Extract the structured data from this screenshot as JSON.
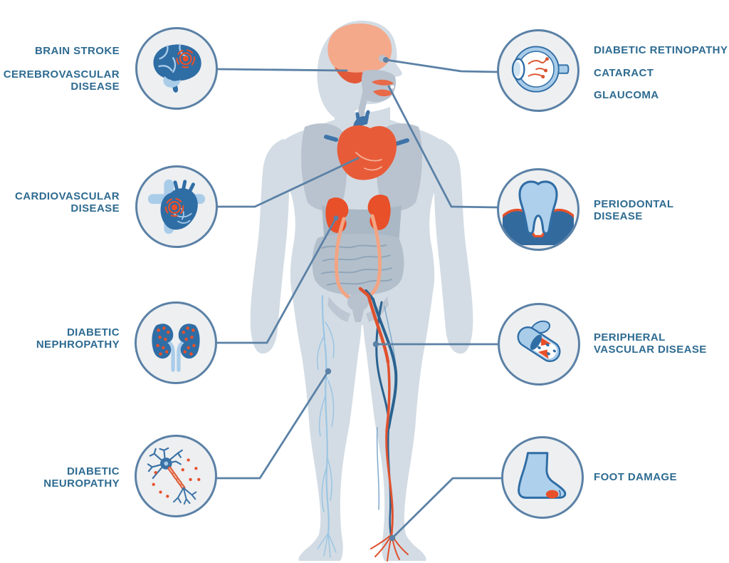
{
  "page": {
    "background": "#ffffff",
    "description": "Infographic of diabetes complications mapped onto a human body silhouette"
  },
  "palette": {
    "label_text": "#2e6b91",
    "circle_fill": "#edeff1",
    "circle_border": "#5b81a6",
    "connector_line": "#5b81a6",
    "body_silhouette": "#d3dce4",
    "organ_grey": "#b7c2ce",
    "alert_orange": "#e8502a",
    "salmon": "#f2a584",
    "icon_dark_blue": "#2f6da5",
    "icon_light_blue": "#a9cce9",
    "nerve_blue": "#9cc6e3",
    "vein_blue": "#2a6290",
    "artery_red": "#e0512e"
  },
  "left_column": [
    {
      "icon": "brain-icon",
      "label_primary": "BRAIN STROKE",
      "label_secondary": "CEREBROVASCULAR\nDISEASE"
    },
    {
      "icon": "heart-icon",
      "label_primary": "CARDIOVASCULAR\nDISEASE"
    },
    {
      "icon": "kidneys-icon",
      "label_primary": "DIABETIC\nNEPHROPATHY"
    },
    {
      "icon": "neuron-icon",
      "label_primary": "DIABETIC\nNEUROPATHY"
    }
  ],
  "right_column": [
    {
      "icon": "eye-icon",
      "labels": [
        "DIABETIC RETINOPATHY",
        "CATARACT",
        "GLAUCOMA"
      ]
    },
    {
      "icon": "tooth-icon",
      "label_primary": "PERIODONTAL\nDISEASE"
    },
    {
      "icon": "blood-vessel-icon",
      "label_primary": "PERIPHERAL\nVASCULAR DISEASE"
    },
    {
      "icon": "foot-icon",
      "label_primary": "FOOT DAMAGE"
    }
  ]
}
